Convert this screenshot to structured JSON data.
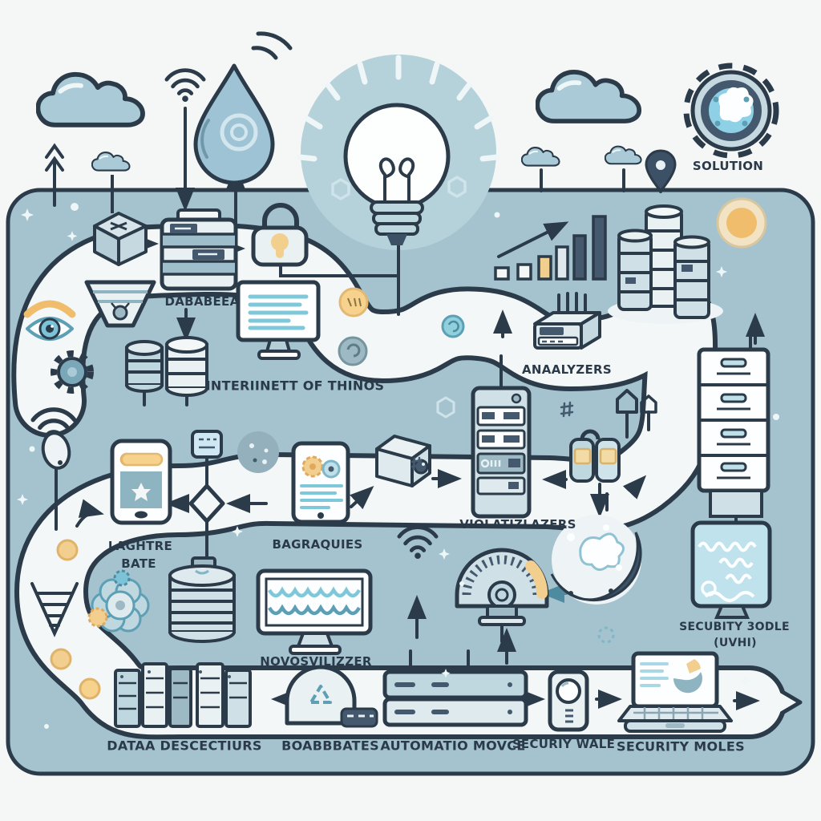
{
  "colors": {
    "background": "#f5f7f7",
    "panel": "#a4c3cf",
    "road": "#f3f7f7",
    "outline": "#2b3b49",
    "teal": "#7fc8da",
    "yellow": "#f2cf8f",
    "orange": "#f0bd6d",
    "dark_slate": "#44596e",
    "text": "#2b3a49"
  },
  "labels": {
    "solution": "SOLUTION",
    "database": "DABABEEA",
    "iot": "INTERIINETT OF THINOS",
    "analyzers": "ANAALYZERS",
    "visualizers": "VIOLATIZLAZERS",
    "lighter_line1": "LAGHTRE",
    "lighter_line2": "BATE",
    "devices": "BAGRAQUIES",
    "visualizer_monitor": "NOVOSVILIZZER",
    "data_detectors": "DATAA DESCECTIURS",
    "databases_bottom": "BOABBBATES",
    "automation": "AUTOMATIO MOVCE",
    "security_wall": "SECURIY WALE",
    "security_modules": "SECURITY MOLES",
    "security_module_line1": "SECUBITY 3ODLE",
    "security_module_line2": "(UVHI)"
  },
  "icons": [
    "cloud-icon",
    "wifi-icon",
    "water-drop-icon",
    "lightbulb-icon",
    "location-pin-icon",
    "gear-icon",
    "package-box-icon",
    "battery-stack-icon",
    "padlock-icon",
    "monitor-icon",
    "coin-icon",
    "bar-chart-icon",
    "router-icon",
    "database-tower-icon",
    "file-cabinet-icon",
    "eye-icon",
    "funnel-icon",
    "database-cylinder-icon",
    "sensor-icon",
    "smartphone-icon",
    "badge-icon",
    "diamond-node-icon",
    "tablet-icon",
    "camera-icon",
    "server-tower-icon",
    "shaker-icon",
    "house-pendant-icon",
    "gauge-icon",
    "moon-splash-icon",
    "wave-monitor-icon",
    "coin-stack-icon",
    "gear-flower-icon",
    "server-rack-icon",
    "recycle-arch-icon",
    "remote-icon",
    "server-box-icon",
    "doorbell-icon",
    "laptop-icon",
    "arrow-icon",
    "sparkle-icon"
  ]
}
